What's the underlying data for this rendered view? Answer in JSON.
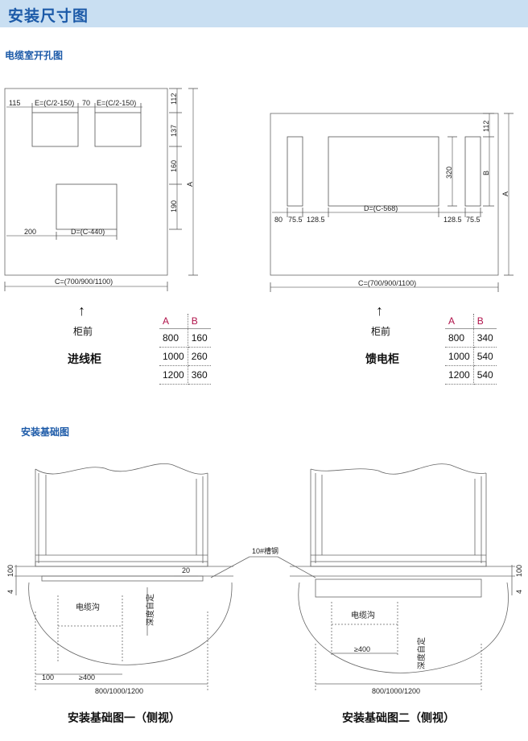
{
  "header": {
    "title": "安装尺寸图"
  },
  "section1": {
    "title": "电缆室开孔图"
  },
  "incoming": {
    "dims": {
      "d115": "115",
      "e1": "E=(C/2-150)",
      "d70": "70",
      "e2": "E=(C/2-150)",
      "d112": "112",
      "d137": "137",
      "d160": "160",
      "d190": "190",
      "a": "A",
      "d200": "200",
      "dd": "D=(C-440)",
      "c": "C=(700/900/1100)"
    },
    "front_label": "柜前",
    "name": "进线柜",
    "table": {
      "headers": [
        "A",
        "B"
      ],
      "rows": [
        [
          "800",
          "160"
        ],
        [
          "1000",
          "260"
        ],
        [
          "1200",
          "360"
        ]
      ]
    }
  },
  "feeder": {
    "dims": {
      "d112": "112",
      "d320": "320",
      "b": "B",
      "a": "A",
      "d80": "80",
      "d75a": "75.5",
      "d128a": "128.5",
      "dd": "D=(C-568)",
      "d128b": "128.5",
      "d75b": "75.5",
      "c": "C=(700/900/1100)"
    },
    "front_label": "柜前",
    "name": "馈电柜",
    "table": {
      "headers": [
        "A",
        "B"
      ],
      "rows": [
        [
          "800",
          "340"
        ],
        [
          "1000",
          "540"
        ],
        [
          "1200",
          "540"
        ]
      ]
    }
  },
  "section2": {
    "title": "安装基础图"
  },
  "foundation": {
    "channel_label": "10#槽钢",
    "left": {
      "d100": "100",
      "d4": "4",
      "d20": "20",
      "trench": "电缆沟",
      "depth": "深度自定",
      "d100b": "100",
      "ge400": "≥400",
      "width": "800/1000/1200",
      "caption": "安装基础图一（侧视）"
    },
    "right": {
      "d100": "100",
      "d4": "4",
      "trench": "电缆沟",
      "depth": "深度自定",
      "ge400": "≥400",
      "width": "800/1000/1200",
      "caption": "安装基础图二（侧视）"
    }
  }
}
